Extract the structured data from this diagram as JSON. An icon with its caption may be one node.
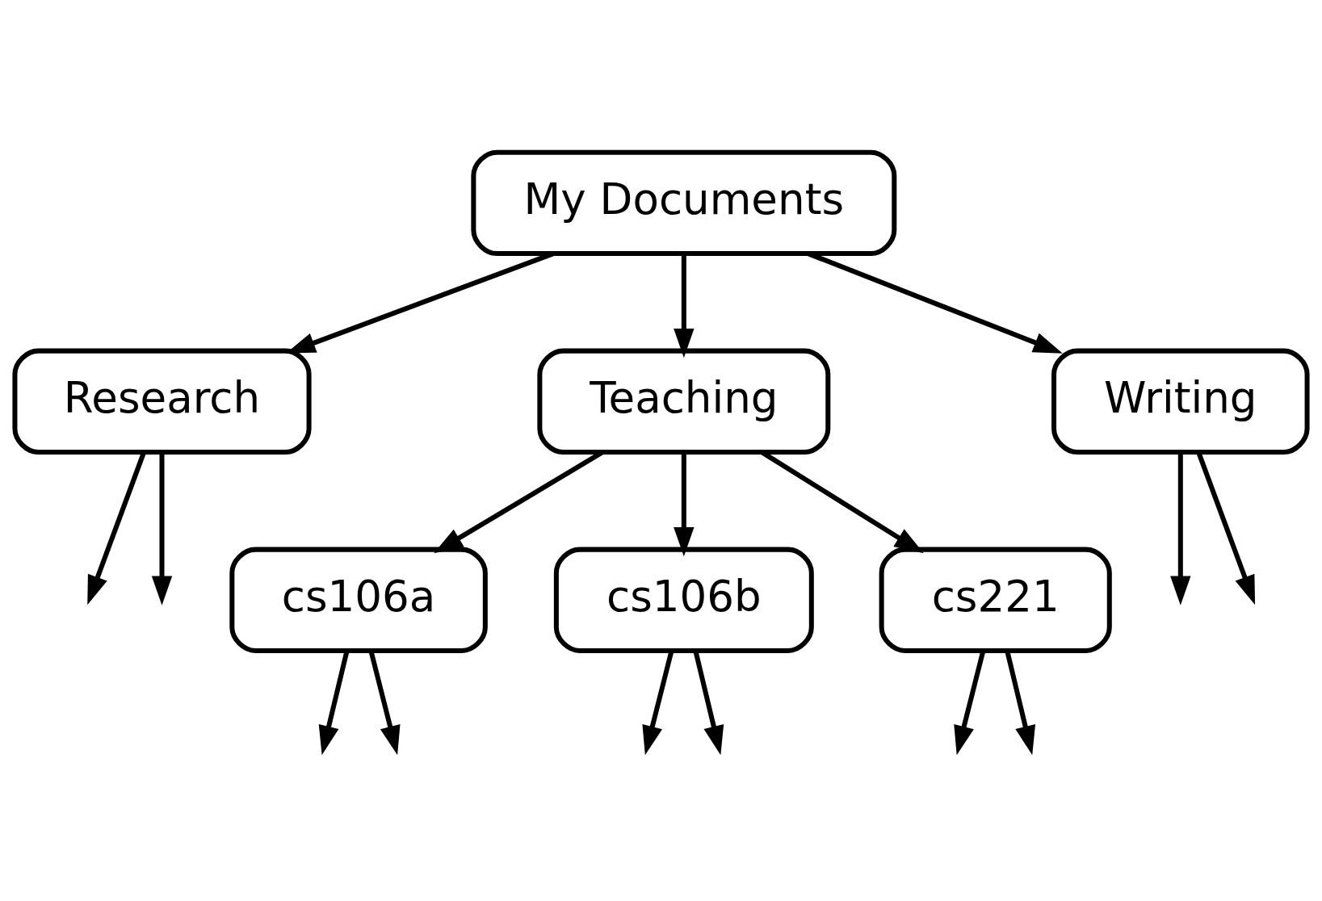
{
  "diagram": {
    "nodes": [
      {
        "text": [
          "My Documents"
        ]
      },
      {
        "text": [
          "Research"
        ]
      },
      {
        "text": [
          "Teaching"
        ]
      },
      {
        "text": [
          "Writing"
        ]
      },
      {
        "text": [
          "cs106a"
        ]
      },
      {
        "text": [
          "cs106b"
        ]
      },
      {
        "text": [
          "cs221"
        ]
      }
    ],
    "edges": [
      {
        "from": 0,
        "to": 1,
        "arrow": "to"
      },
      {
        "from": 0,
        "to": 2,
        "arrow": "to"
      },
      {
        "from": 0,
        "to": 3,
        "arrow": "to"
      },
      {
        "from": 1,
        "to": null,
        "arrow": "to"
      },
      {
        "from": 1,
        "to": null,
        "arrow": "to"
      },
      {
        "from": 2,
        "to": 4,
        "arrow": "to"
      },
      {
        "from": 2,
        "to": 5,
        "arrow": "to"
      },
      {
        "from": 2,
        "to": 6,
        "arrow": "to"
      },
      {
        "from": 3,
        "to": null,
        "arrow": "to"
      },
      {
        "from": 3,
        "to": null,
        "arrow": "to"
      },
      {
        "from": 4,
        "to": null,
        "arrow": "to"
      },
      {
        "from": 4,
        "to": null,
        "arrow": "to"
      },
      {
        "from": 5,
        "to": null,
        "arrow": "to"
      },
      {
        "from": 5,
        "to": null,
        "arrow": "to"
      },
      {
        "from": 6,
        "to": null,
        "arrow": "to"
      },
      {
        "from": 6,
        "to": null,
        "arrow": "to"
      }
    ]
  }
}
